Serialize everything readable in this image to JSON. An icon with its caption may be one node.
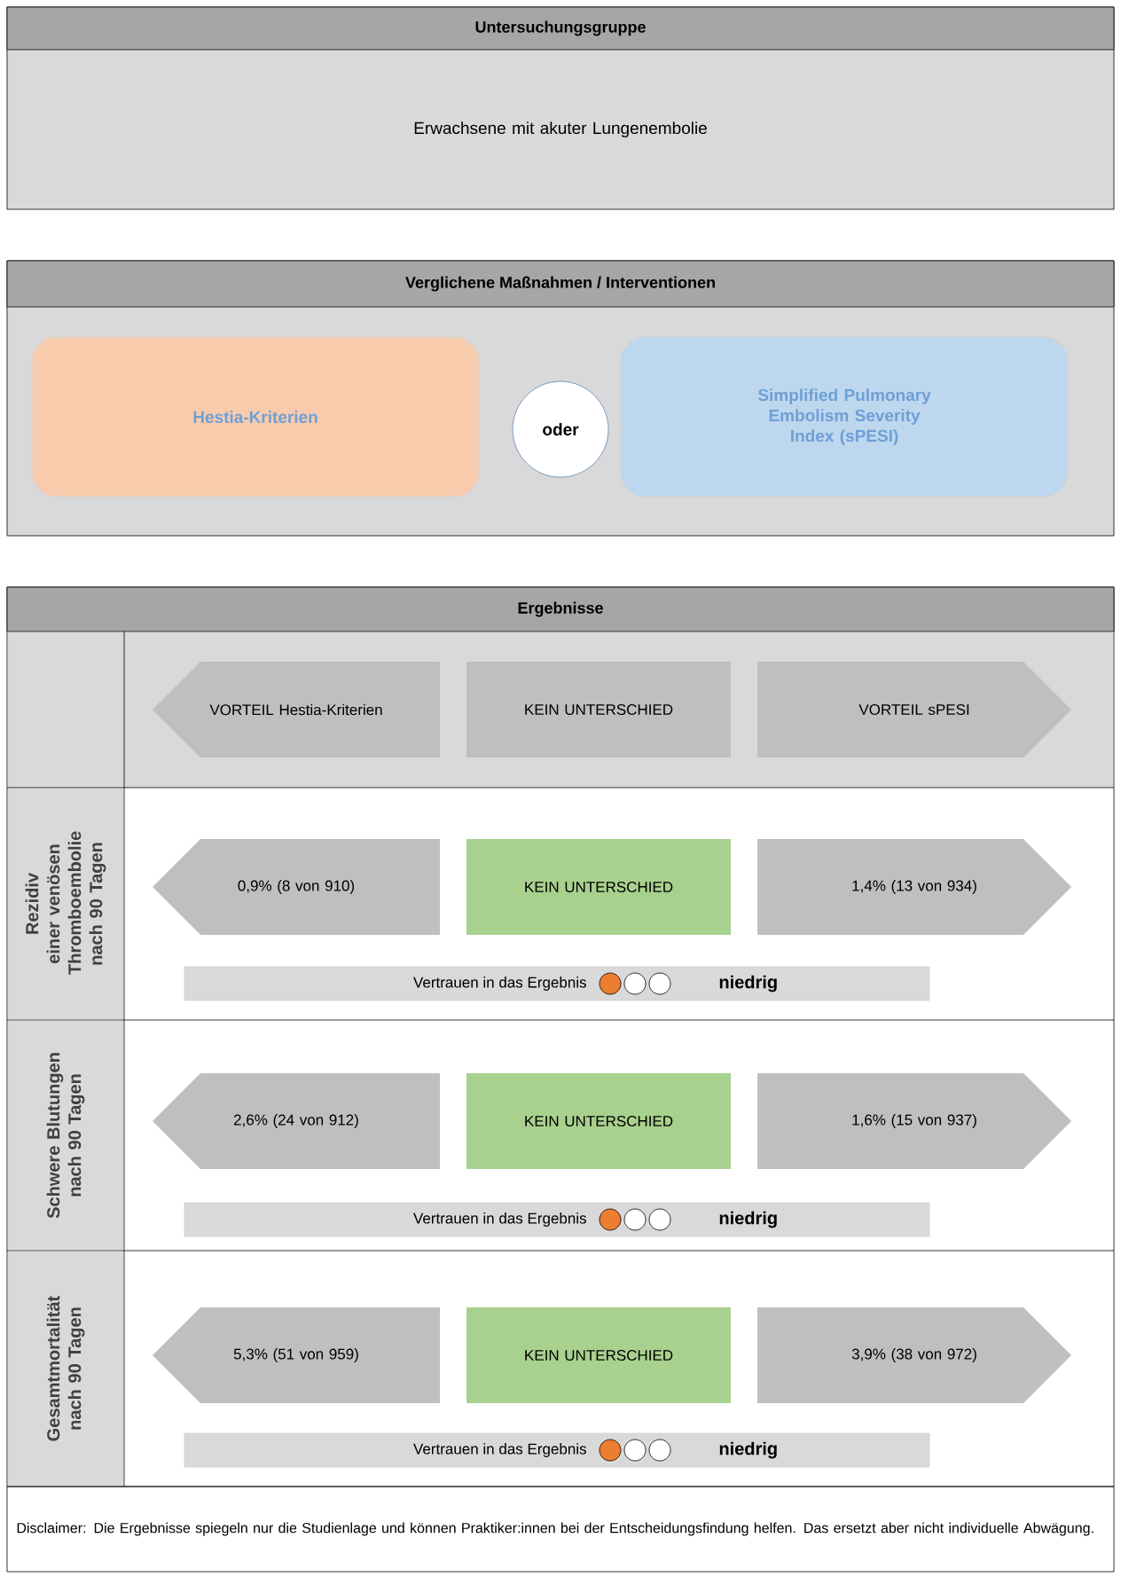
{
  "diagram": {
    "nodes": [
      {
        "text": [
          "Untersuchungsgruppe",
          "Erwachsene mit akuter Lungenembolie"
        ]
      },
      {
        "text": [
          "Verglichene Maßnahmen / Interventionen"
        ]
      },
      {
        "text": [
          "Hestia-Kriterien"
        ],
        "in": 1
      },
      {
        "text": [
          "oder"
        ],
        "in": 1
      },
      {
        "text": [
          "Simplified Pulmonary Embolism Severity Index (sPESI)"
        ],
        "in": 1
      },
      {
        "text": [
          "Ergebnisse"
        ]
      },
      {
        "text": [
          "VORTEIL Hestia-Kriterien"
        ],
        "in": 5
      },
      {
        "text": [
          "KEIN UNTERSCHIED"
        ],
        "in": 5
      },
      {
        "text": [
          "VORTEIL sPESI"
        ],
        "in": 5
      },
      {
        "text": [
          "Rezidiv einer venösen Thromboembolie nach 90 Tagen"
        ],
        "in": 5
      },
      {
        "text": [
          "0,9% (8 von 910)"
        ],
        "in": 5
      },
      {
        "text": [
          "KEIN UNTERSCHIED"
        ],
        "in": 5
      },
      {
        "text": [
          "1,4% (13 von 934)"
        ],
        "in": 5
      },
      {
        "text": [
          "Vertrauen in das Ergebnis",
          "niedrig"
        ],
        "in": 5
      },
      {
        "text": [
          "Schwere Blutungen nach 90 Tagen"
        ],
        "in": 5
      },
      {
        "text": [
          "2,6% (24 von 912)"
        ],
        "in": 5
      },
      {
        "text": [
          "KEIN UNTERSCHIED"
        ],
        "in": 5
      },
      {
        "text": [
          "1,6% (15 von 937)"
        ],
        "in": 5
      },
      {
        "text": [
          "Vertrauen in das Ergebnis",
          "niedrig"
        ],
        "in": 5
      },
      {
        "text": [
          "Gesamtmortalität nach 90 Tagen"
        ],
        "in": 5
      },
      {
        "text": [
          "5,3% (51 von 959)"
        ],
        "in": 5
      },
      {
        "text": [
          "KEIN UNTERSCHIED"
        ],
        "in": 5
      },
      {
        "text": [
          "3,9% (38 von 972)"
        ],
        "in": 5
      },
      {
        "text": [
          "Vertrauen in das Ergebnis",
          "niedrig"
        ],
        "in": 5
      },
      {
        "text": [
          "Disclaimer: Die Ergebnisse spiegeln nur die Studienlage und können Praktiker:innen bei der Entscheidungsfindung helfen. Das ersetzt aber nicht individuelle Abwägung."
        ]
      }
    ]
  }
}
